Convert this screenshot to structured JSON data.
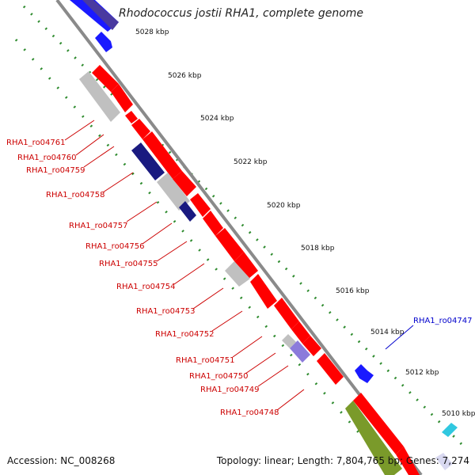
{
  "title": "Rhodococcus jostii RHA1, complete genome",
  "accession_text": "Accession: NC_008268",
  "topology_text": "Topology: linear; Length: 7,804,765 bp; Genes: 7,274",
  "scale": {
    "labels": [
      "5028 kbp",
      "5026 kbp",
      "5024 kbp",
      "5022 kbp",
      "5020 kbp",
      "5018 kbp",
      "5016 kbp",
      "5014 kbp",
      "5012 kbp",
      "5010 kbp"
    ]
  },
  "colors": {
    "gene_red": "#ff0000",
    "gene_grey": "#c0c0c0",
    "gene_navy": "#1a1a80",
    "gene_blue": "#1a1aff",
    "gene_lavender": "#8b7bdb",
    "gene_olive": "#7a9a2a",
    "gene_cyan": "#30c8e0",
    "label_red": "#cc0000",
    "label_blue": "#0000cc",
    "dots_green": "#2e8b2e",
    "backbone": "#888888"
  },
  "gene_labels": [
    {
      "text": "RHA1_ro04761",
      "strand": "minus"
    },
    {
      "text": "RHA1_ro04760",
      "strand": "minus"
    },
    {
      "text": "RHA1_ro04759",
      "strand": "minus"
    },
    {
      "text": "RHA1_ro04758",
      "strand": "minus"
    },
    {
      "text": "RHA1_ro04757",
      "strand": "minus"
    },
    {
      "text": "RHA1_ro04756",
      "strand": "minus"
    },
    {
      "text": "RHA1_ro04755",
      "strand": "minus"
    },
    {
      "text": "RHA1_ro04754",
      "strand": "minus"
    },
    {
      "text": "RHA1_ro04753",
      "strand": "minus"
    },
    {
      "text": "RHA1_ro04752",
      "strand": "minus"
    },
    {
      "text": "RHA1_ro04751",
      "strand": "minus"
    },
    {
      "text": "RHA1_ro04750",
      "strand": "minus"
    },
    {
      "text": "RHA1_ro04749",
      "strand": "minus"
    },
    {
      "text": "RHA1_ro04748",
      "strand": "minus"
    },
    {
      "text": "RHA1_ro04747",
      "strand": "plus"
    }
  ]
}
